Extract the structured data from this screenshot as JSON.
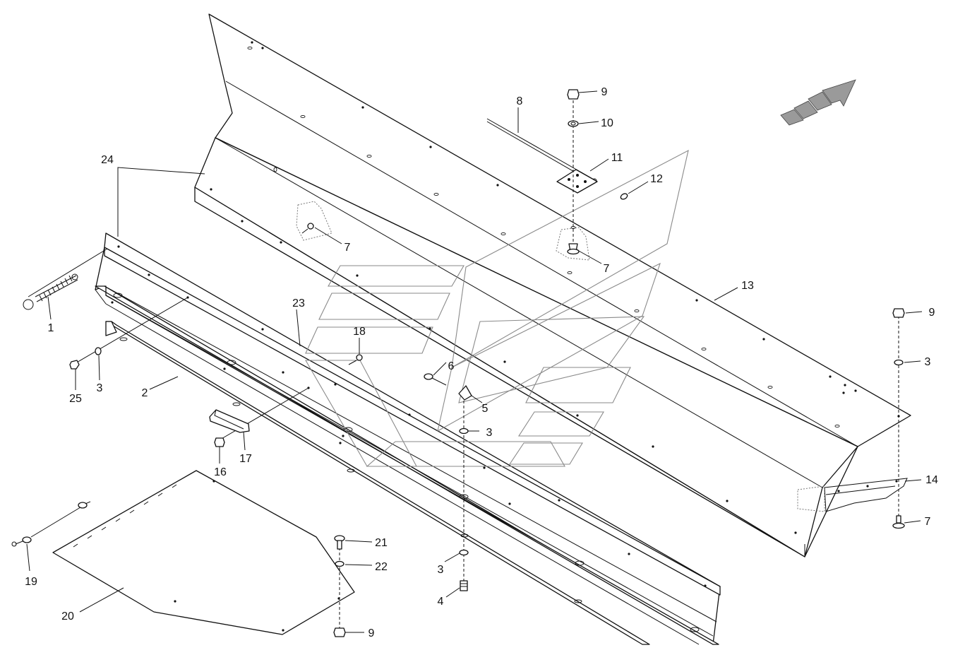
{
  "diagram": {
    "callouts": [
      {
        "id": "c1",
        "text": "1"
      },
      {
        "id": "c2",
        "text": "2"
      },
      {
        "id": "c3a",
        "text": "3"
      },
      {
        "id": "c3b",
        "text": "3"
      },
      {
        "id": "c3c",
        "text": "3"
      },
      {
        "id": "c3d",
        "text": "3"
      },
      {
        "id": "c4",
        "text": "4"
      },
      {
        "id": "c5",
        "text": "5"
      },
      {
        "id": "c6",
        "text": "6"
      },
      {
        "id": "c7a",
        "text": "7"
      },
      {
        "id": "c7b",
        "text": "7"
      },
      {
        "id": "c7c",
        "text": "7"
      },
      {
        "id": "c8",
        "text": "8"
      },
      {
        "id": "c9a",
        "text": "9"
      },
      {
        "id": "c9b",
        "text": "9"
      },
      {
        "id": "c9c",
        "text": "9"
      },
      {
        "id": "c10",
        "text": "10"
      },
      {
        "id": "c11",
        "text": "11"
      },
      {
        "id": "c12",
        "text": "12"
      },
      {
        "id": "c13",
        "text": "13"
      },
      {
        "id": "c14",
        "text": "14"
      },
      {
        "id": "c16",
        "text": "16"
      },
      {
        "id": "c17",
        "text": "17"
      },
      {
        "id": "c18",
        "text": "18"
      },
      {
        "id": "c19",
        "text": "19"
      },
      {
        "id": "c20",
        "text": "20"
      },
      {
        "id": "c21",
        "text": "21"
      },
      {
        "id": "c22",
        "text": "22"
      },
      {
        "id": "c23",
        "text": "23"
      },
      {
        "id": "c24",
        "text": "24"
      },
      {
        "id": "c25",
        "text": "25"
      }
    ],
    "colors": {
      "line": "#111111",
      "watermark": "#8a8a8a",
      "direction_arrow": "#9a9a9a"
    },
    "icons": [
      "direction-arrow-icon",
      "watermark-logo"
    ]
  }
}
